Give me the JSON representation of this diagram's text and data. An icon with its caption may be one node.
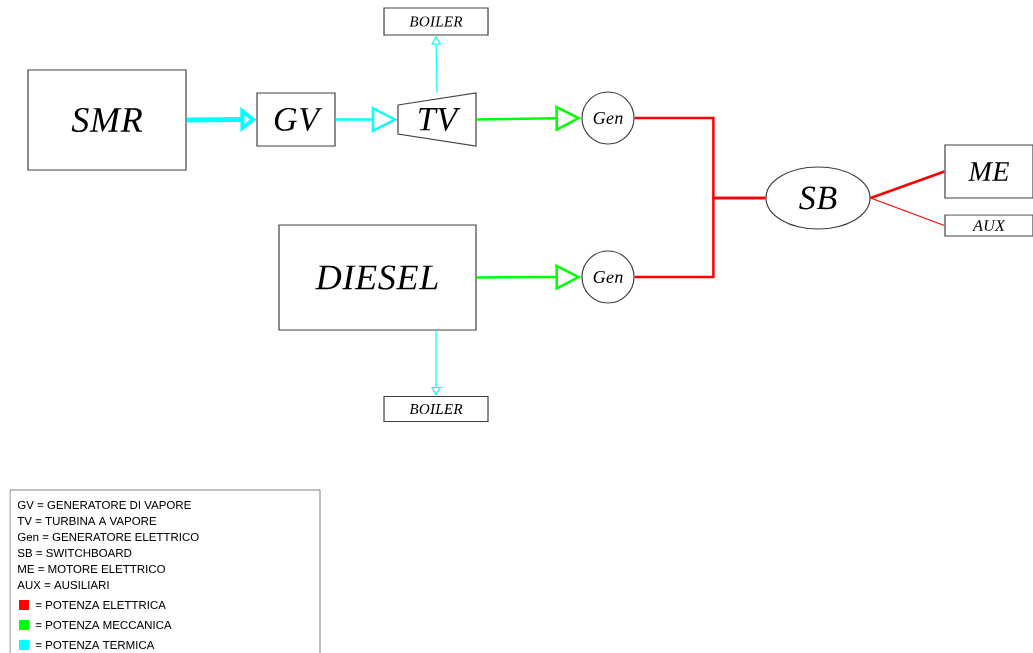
{
  "diagram": {
    "nodes": [
      {
        "text": [
          "BOILER"
        ]
      },
      {
        "text": [
          "SMR"
        ]
      },
      {
        "text": [
          "GV"
        ]
      },
      {
        "text": [
          "TV"
        ]
      },
      {
        "text": [
          "Gen"
        ]
      },
      {
        "text": [
          "DIESEL"
        ]
      },
      {
        "text": [
          "Gen"
        ]
      },
      {
        "text": [
          "SB"
        ]
      },
      {
        "text": [
          "ME"
        ]
      },
      {
        "text": [
          "AUX"
        ]
      },
      {
        "text": [
          "BOILER"
        ]
      }
    ],
    "edges": [
      {
        "from": 1,
        "to": 2,
        "arrow": "to",
        "style": "thick",
        "color": "#00ffff"
      },
      {
        "from": 2,
        "to": 3,
        "arrow": "to",
        "color": "#00ffff"
      },
      {
        "from": 3,
        "to": 0,
        "arrow": "to",
        "color": "#00ffff"
      },
      {
        "from": 3,
        "to": 4,
        "arrow": "to",
        "color": "#00ff00"
      },
      {
        "from": 5,
        "to": 6,
        "arrow": "to",
        "color": "#00ff00"
      },
      {
        "from": 5,
        "to": 10,
        "arrow": "to",
        "color": "#00ffff"
      },
      {
        "from": 4,
        "to": 7,
        "arrow": "none",
        "color": "#ff0000"
      },
      {
        "from": 6,
        "to": 7,
        "arrow": "none",
        "color": "#ff0000"
      },
      {
        "from": 7,
        "to": 8,
        "arrow": "none",
        "color": "#ff0000"
      },
      {
        "from": 7,
        "to": 9,
        "arrow": "none",
        "color": "#ff0000"
      }
    ],
    "labels": [
      "GV = GENERATORE DI VAPORE",
      "TV = TURBINA A VAPORE",
      "Gen = GENERATORE ELETTRICO",
      "SB = SWITCHBOARD",
      "ME = MOTORE ELETTRICO",
      "AUX = AUSILIARI"
    ],
    "legend": [
      {
        "text": "= POTENZA ELETTRICA",
        "color": "#ff0000"
      },
      {
        "text": "= POTENZA MECCANICA",
        "color": "#00ff00"
      },
      {
        "text": "= POTENZA TERMICA",
        "color": "#00ffff"
      }
    ]
  }
}
